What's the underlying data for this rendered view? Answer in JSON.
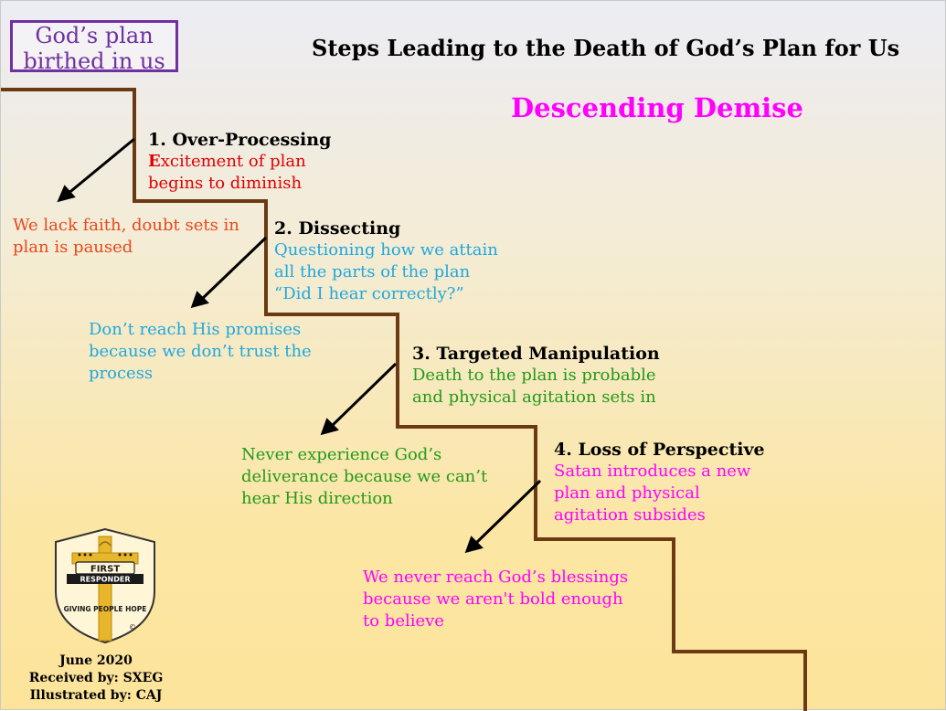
{
  "header": {
    "box_line1": "God’s plan",
    "box_line2": "birthed in us",
    "title": "Steps Leading to the Death of God’s Plan for Us",
    "subtitle": "Descending Demise"
  },
  "steps": [
    {
      "title": "1. Over-Processing",
      "desc_first_letter": "E",
      "desc_line1": "xcitement of plan",
      "desc_line2": "begins to diminish",
      "result_line1": "We lack faith, doubt sets in",
      "result_line2": "plan is paused"
    },
    {
      "title": "2.  Dissecting",
      "desc_line1": "Questioning how we attain",
      "desc_line2": "all the parts of the plan",
      "desc_line3": "“Did I hear correctly?”",
      "result_line1": "Don’t reach His promises",
      "result_line2": "because we don’t trust the",
      "result_line3": "process"
    },
    {
      "title": "3.  Targeted Manipulation",
      "desc_line1": "Death to the plan is probable",
      "desc_line2": "and physical agitation sets in",
      "result_line1": "Never experience God’s",
      "result_line2": "deliverance because we can’t",
      "result_line3": "hear His direction"
    },
    {
      "title": "4.  Loss of Perspective",
      "desc_line1": "Satan introduces a new",
      "desc_line2": "plan and physical",
      "desc_line3": "agitation subsides",
      "result_line1": "We never reach God’s blessings",
      "result_line2": "because we aren't bold enough",
      "result_line3": "to believe"
    }
  ],
  "logo": {
    "word1": "FIRST",
    "word2": "RESPONDER",
    "tagline": "GIVING PEOPLE HOPE",
    "mark": "©"
  },
  "credits": {
    "date": "June 2020",
    "received": "Received by: SXEG",
    "illustrated": "Illustrated by: CAJ"
  },
  "colors": {
    "stair": "#6b3a12",
    "purple": "#7030a0",
    "magenta": "#ff00ff",
    "red": "#e00000",
    "orange": "#e8491d",
    "blue": "#1fa8e0",
    "green": "#229a1a",
    "gold": "#e8b62a"
  }
}
